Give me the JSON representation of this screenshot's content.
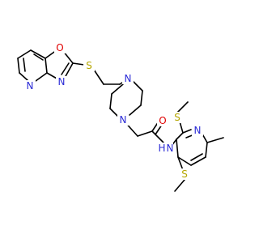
{
  "molecule": {
    "atom_colors": {
      "S": "#b5a600",
      "N": "#2a2ad6",
      "O": "#e00000"
    },
    "atoms": [
      {
        "id": "O_oxazole",
        "label": "O",
        "element": "O"
      },
      {
        "id": "N_pyridine_left",
        "label": "N",
        "element": "N"
      },
      {
        "id": "N_oxazole",
        "label": "N",
        "element": "N"
      },
      {
        "id": "S_linker",
        "label": "S",
        "element": "S"
      },
      {
        "id": "N_piperazine_top",
        "label": "N",
        "element": "N"
      },
      {
        "id": "N_piperazine_bottom",
        "label": "N",
        "element": "N"
      },
      {
        "id": "O_carbonyl",
        "label": "O",
        "element": "O"
      },
      {
        "id": "S_methylthio_top",
        "label": "S",
        "element": "S"
      },
      {
        "id": "N_pyridine_right",
        "label": "N",
        "element": "N"
      },
      {
        "id": "N_amide",
        "label": "N",
        "element": "N"
      },
      {
        "id": "H_amide",
        "label": "H",
        "element": "N"
      },
      {
        "id": "S_methylthio_bottom",
        "label": "S",
        "element": "S"
      }
    ]
  }
}
